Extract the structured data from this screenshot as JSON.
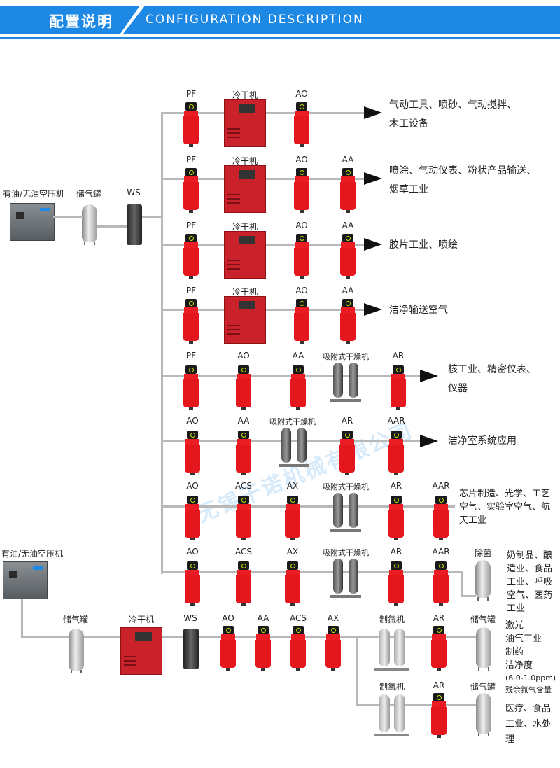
{
  "header": {
    "title_cn": "配置说明",
    "title_en": "CONFIGURATION DESCRIPTION"
  },
  "watermark": "无锡干诺机械有限公司",
  "main": {
    "compressor": "有油/无油空压机",
    "tank": "储气罐",
    "ws": "WS",
    "rows": [
      {
        "labels": [
          "PF",
          "冷干机",
          "AO"
        ],
        "desc": [
          "气动工具、喷砂、气动搅拌、",
          "木工设备"
        ]
      },
      {
        "labels": [
          "PF",
          "冷干机",
          "AO",
          "AA"
        ],
        "desc": [
          "喷涂、气动仪表、粉状产品输送、",
          "烟草工业"
        ]
      },
      {
        "labels": [
          "PF",
          "冷干机",
          "AO",
          "AA"
        ],
        "desc": [
          "胶片工业、喷绘"
        ]
      },
      {
        "labels": [
          "PF",
          "冷干机",
          "AO",
          "AA"
        ],
        "desc": [
          "洁净输送空气"
        ]
      },
      {
        "labels": [
          "PF",
          "AO",
          "AA",
          "吸附式干燥机",
          "AR"
        ],
        "desc": [
          "核工业、精密仪表、",
          "仪器"
        ]
      },
      {
        "labels": [
          "AO",
          "AA",
          "吸附式干燥机",
          "AR",
          "AAR"
        ],
        "desc": [
          "洁净室系统应用"
        ]
      },
      {
        "labels": [
          "AO",
          "ACS",
          "AX",
          "吸附式干燥机",
          "AR",
          "AAR"
        ],
        "desc": [
          "芯片制造、光学、工艺",
          "空气、实验室空气、航",
          "天工业"
        ]
      },
      {
        "labels": [
          "AO",
          "ACS",
          "AX",
          "吸附式干燥机",
          "AR",
          "AAR",
          "除菌"
        ],
        "desc": [
          "奶制品、酿",
          "造业、食品",
          "工业、呼吸",
          "空气、医药",
          "工业"
        ]
      }
    ]
  },
  "lower": {
    "compressor": "有油/无油空压机",
    "labels": [
      "储气罐",
      "冷干机",
      "WS",
      "AO",
      "AA",
      "ACS",
      "AX"
    ],
    "branch1": {
      "labels": [
        "制氮机",
        "AR",
        "储气罐"
      ],
      "desc": [
        "激光",
        "油气工业",
        "制药",
        "洁净度",
        "(6.0-1.0ppm)",
        "残余氮气含量"
      ]
    },
    "branch2": {
      "labels": [
        "制氧机",
        "AR",
        "储气罐"
      ],
      "desc": [
        "医疗、食品",
        "工业、水处",
        "理"
      ]
    }
  }
}
